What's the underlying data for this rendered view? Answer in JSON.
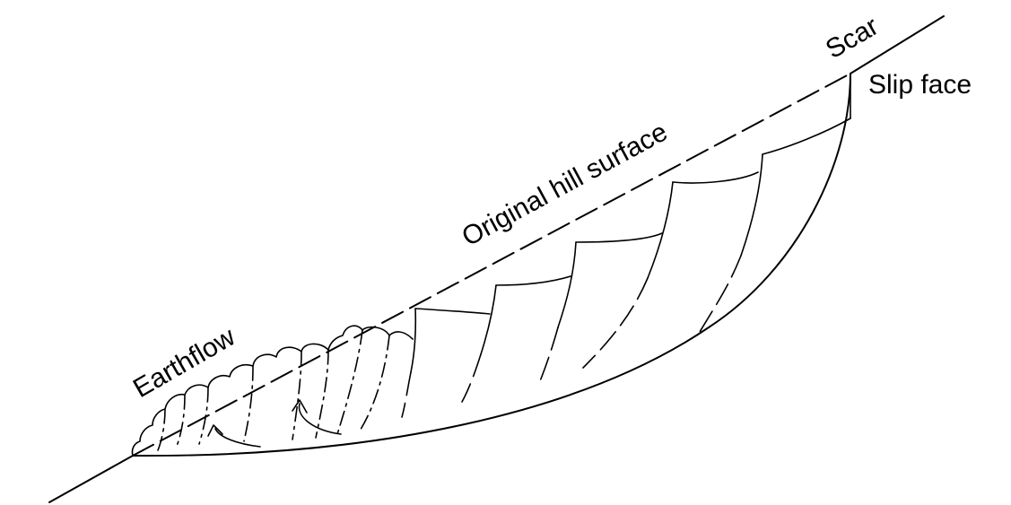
{
  "labels": {
    "scar": "Scar",
    "slip_face": "Slip face",
    "original_hill_surface": "Original hill surface",
    "earthflow": "Earthflow"
  }
}
